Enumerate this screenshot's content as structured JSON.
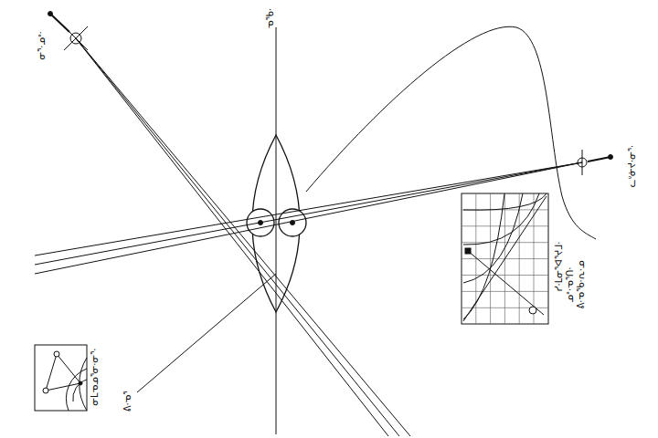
{
  "diagram": {
    "labels": [
      "ᓂᕐ·ᓄᐤᐧ",
      "ᓀᕐᑲ·",
      "ᓚᐡᓃᔪ·ᓂᕐ·",
      "ᓯ·ᒪᓂᕐᐊᕐᔪᒧ·",
      "ᓄᐤ·ᓀᕐᑎ·",
      "ᕕ·ᓀᕐᑲ·ᕆ·ᓄ",
      "ᓂᒪᓀᓄᕐᓂ·ᓂᕐ·",
      "ᕕ·ᓀᕐ"
    ]
  }
}
